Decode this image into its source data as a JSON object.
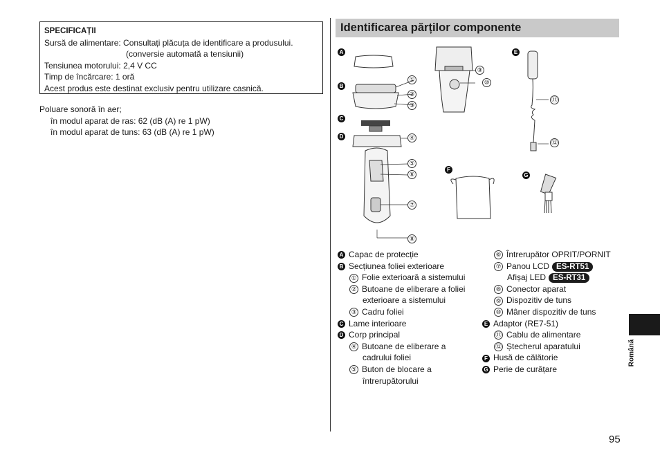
{
  "spec": {
    "title": "SPECIFICAȚII",
    "power_source": "Sursă de alimentare: Consultați plăcuța de identificare a produsului.",
    "power_source_note": "(conversie automată a tensiunii)",
    "motor_voltage": "Tensiunea motorului: 2,4 V CC",
    "charge_time": "Timp de încărcare: 1 oră",
    "household_use": "Acest produs este destinat exclusiv pentru utilizare casnică."
  },
  "noise": {
    "title": "Poluare sonoră în aer;",
    "shaver_mode": "în modul aparat de ras: 62 (dB (A) re 1 pW)",
    "trimmer_mode": "în modul aparat de tuns: 63 (dB (A) re 1 pW)"
  },
  "section": {
    "heading": "Identificarea părților componente"
  },
  "figure_letters": [
    "A",
    "B",
    "C",
    "D",
    "E",
    "F",
    "G"
  ],
  "figure_numbers": [
    "①",
    "②",
    "③",
    "④",
    "⑤",
    "⑥",
    "⑦",
    "⑧",
    "⑨",
    "⑩",
    "⑪",
    "⑫"
  ],
  "parts_left": [
    {
      "marker": "A",
      "text": "Capac de protecție",
      "level": 1
    },
    {
      "marker": "B",
      "text": "Secțiunea foliei exterioare",
      "level": 1
    },
    {
      "marker": "①",
      "text": "Folie exterioară a sistemului",
      "level": 2
    },
    {
      "marker": "②",
      "text": "Butoane de eliberare a foliei",
      "level": 2
    },
    {
      "marker": "",
      "text": "exterioare a sistemului",
      "level": 3
    },
    {
      "marker": "③",
      "text": "Cadru foliei",
      "level": 2
    },
    {
      "marker": "C",
      "text": "Lame interioare",
      "level": 1
    },
    {
      "marker": "D",
      "text": "Corp principal",
      "level": 1
    },
    {
      "marker": "④",
      "text": "Butoane de eliberare a",
      "level": 2
    },
    {
      "marker": "",
      "text": "cadrului foliei",
      "level": 3
    },
    {
      "marker": "⑤",
      "text": "Buton de blocare a",
      "level": 2
    },
    {
      "marker": "",
      "text": "întrerupătorului",
      "level": 3
    }
  ],
  "parts_right": [
    {
      "marker": "⑥",
      "text": "Întrerupător OPRIT/PORNIT",
      "level": 2,
      "badge": ""
    },
    {
      "marker": "⑦",
      "text": "Panou LCD",
      "level": 2,
      "badge": "ES-RT51"
    },
    {
      "marker": "",
      "text": "Afișaj LED",
      "level": 3,
      "badge": "ES-RT31"
    },
    {
      "marker": "⑧",
      "text": "Conector aparat",
      "level": 2,
      "badge": ""
    },
    {
      "marker": "⑨",
      "text": "Dispozitiv de tuns",
      "level": 2,
      "badge": ""
    },
    {
      "marker": "⑩",
      "text": "Mâner dispozitiv de tuns",
      "level": 2,
      "badge": ""
    },
    {
      "marker": "E",
      "text": "Adaptor (RE7-51)",
      "level": 1,
      "badge": ""
    },
    {
      "marker": "⑪",
      "text": "Cablu de alimentare",
      "level": 2,
      "badge": ""
    },
    {
      "marker": "⑫",
      "text": "Ștecherul aparatului",
      "level": 2,
      "badge": ""
    },
    {
      "marker": "F",
      "text": "Husă de călătorie",
      "level": 1,
      "badge": ""
    },
    {
      "marker": "G",
      "text": "Perie de curățare",
      "level": 1,
      "badge": ""
    }
  ],
  "language_tab": "Română",
  "page_number": "95"
}
